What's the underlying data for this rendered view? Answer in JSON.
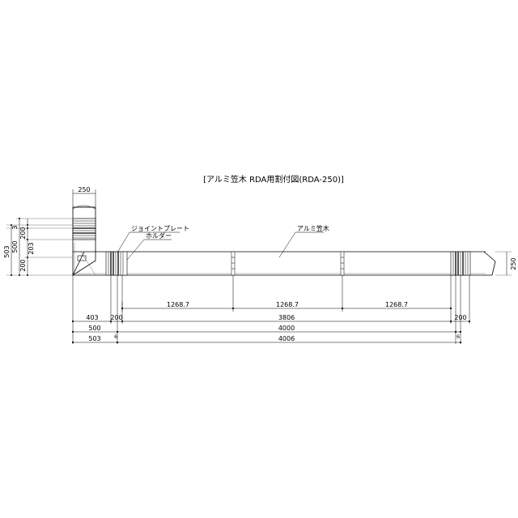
{
  "title": "[アルミ笠木 RDA用割付図(RDA-250)]",
  "labels": {
    "joint_plate": "ジョイントプレート",
    "holder": "ホルダー",
    "coping": "アルミ笠木"
  },
  "dims": {
    "top_width": "250",
    "left_total": "503",
    "left_500": "500",
    "left_200_upper": "200",
    "left_200_lower": "200",
    "left_203": "203",
    "left_3": "3",
    "right_height": "250",
    "pitch_1": "1268.7",
    "pitch_2": "1268.7",
    "pitch_3": "1268.7",
    "row1_left": "403",
    "row1_200a": "200",
    "row1_span": "3806",
    "row1_200b": "200",
    "row2_left": "500",
    "row2_span": "4000",
    "row2_small_a": "6",
    "row2_small_b": "6",
    "row3_left": "503",
    "row3_span": "4006"
  }
}
